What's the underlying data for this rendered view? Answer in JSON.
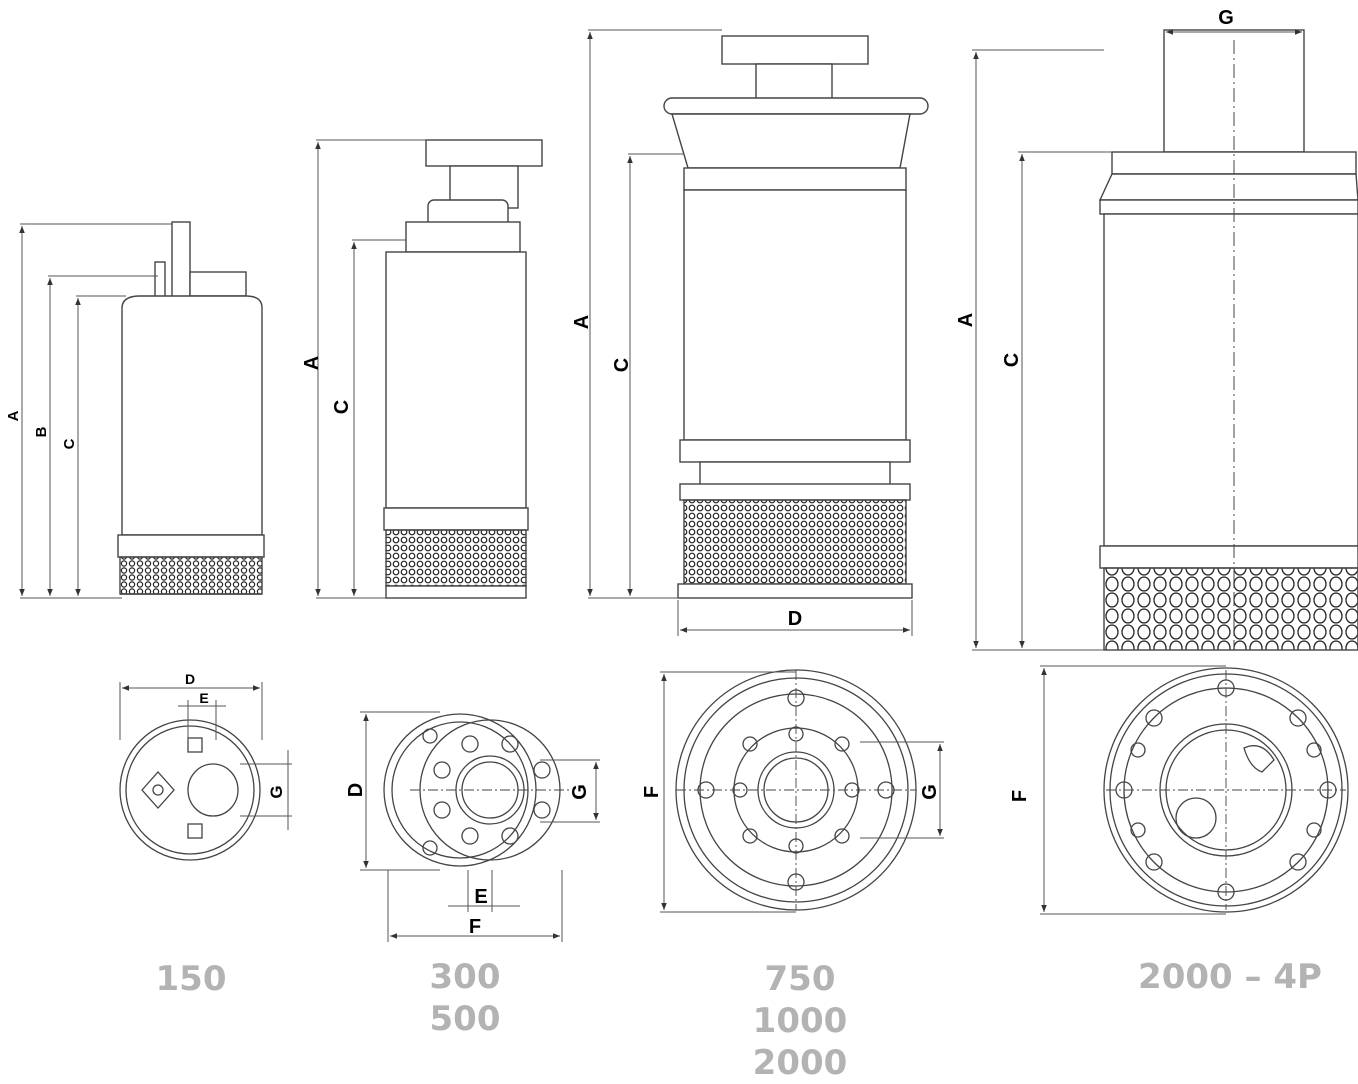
{
  "dimension_labels": {
    "a": "A",
    "b": "B",
    "c": "C",
    "d": "D",
    "e": "E",
    "f": "F",
    "g": "G"
  },
  "models": [
    {
      "lines": [
        "150"
      ]
    },
    {
      "lines": [
        "300",
        "500"
      ]
    },
    {
      "lines": [
        "750",
        "1000",
        "2000"
      ]
    },
    {
      "lines": [
        "2000 – 4P"
      ]
    }
  ],
  "colors": {
    "line": "#333333",
    "dim_line": "#555555",
    "model_label": "#b3b3b3",
    "body_fill": "#ffffff"
  }
}
